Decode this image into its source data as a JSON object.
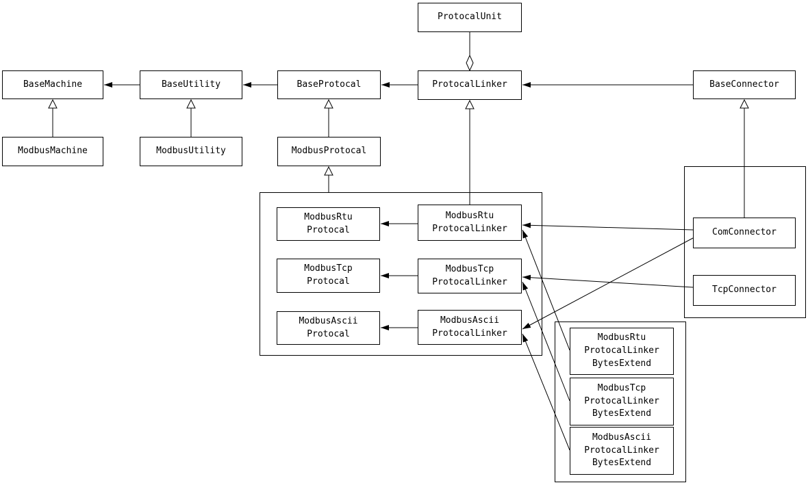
{
  "diagram": {
    "nodes": {
      "protocal_unit": {
        "label": "ProtocalUnit"
      },
      "base_machine": {
        "label": "BaseMachine"
      },
      "base_utility": {
        "label": "BaseUtility"
      },
      "base_protocal": {
        "label": "BaseProtocal"
      },
      "protocal_linker": {
        "label": "ProtocalLinker"
      },
      "base_connector": {
        "label": "BaseConnector"
      },
      "modbus_machine": {
        "label": "ModbusMachine"
      },
      "modbus_utility": {
        "label": "ModbusUtility"
      },
      "modbus_protocal": {
        "label": "ModbusProtocal"
      },
      "modbus_rtu_protocal": {
        "label": "ModbusRtu\nProtocal"
      },
      "modbus_tcp_protocal": {
        "label": "ModbusTcp\nProtocal"
      },
      "modbus_ascii_protocal": {
        "label": "ModbusAscii\nProtocal"
      },
      "modbus_rtu_protocal_linker": {
        "label": "ModbusRtu\nProtocalLinker"
      },
      "modbus_tcp_protocal_linker": {
        "label": "ModbusTcp\nProtocalLinker"
      },
      "modbus_ascii_protocal_linker": {
        "label": "ModbusAscii\nProtocalLinker"
      },
      "com_connector": {
        "label": "ComConnector"
      },
      "tcp_connector": {
        "label": "TcpConnector"
      },
      "modbus_rtu_protocal_linker_bytes_extend": {
        "label": "ModbusRtu\nProtocalLinker\nBytesExtend"
      },
      "modbus_tcp_protocal_linker_bytes_extend": {
        "label": "ModbusTcp\nProtocalLinker\nBytesExtend"
      },
      "modbus_ascii_protocal_linker_bytes_extend": {
        "label": "ModbusAscii\nProtocalLinker\nBytesExtend"
      }
    },
    "edges": [
      {
        "from": "ProtocalUnit",
        "to": "ProtocalLinker",
        "type": "aggregation"
      },
      {
        "from": "BaseUtility",
        "to": "BaseMachine",
        "type": "arrow"
      },
      {
        "from": "BaseProtocal",
        "to": "BaseUtility",
        "type": "arrow"
      },
      {
        "from": "ProtocalLinker",
        "to": "BaseProtocal",
        "type": "arrow"
      },
      {
        "from": "BaseConnector",
        "to": "ProtocalLinker",
        "type": "arrow"
      },
      {
        "from": "ModbusMachine",
        "to": "BaseMachine",
        "type": "inheritance"
      },
      {
        "from": "ModbusUtility",
        "to": "BaseUtility",
        "type": "inheritance"
      },
      {
        "from": "ModbusProtocal",
        "to": "BaseProtocal",
        "type": "inheritance"
      },
      {
        "from": "ModbusProtocalGroup",
        "to": "ModbusProtocal",
        "type": "inheritance"
      },
      {
        "from": "ModbusRtuProtocalLinker",
        "to": "ProtocalLinker",
        "type": "inheritance"
      },
      {
        "from": "ComConnector",
        "to": "BaseConnector",
        "type": "inheritance"
      },
      {
        "from": "ModbusRtuProtocalLinker",
        "to": "ModbusRtuProtocal",
        "type": "arrow"
      },
      {
        "from": "ModbusTcpProtocalLinker",
        "to": "ModbusTcpProtocal",
        "type": "arrow"
      },
      {
        "from": "ModbusAsciiProtocalLinker",
        "to": "ModbusAsciiProtocal",
        "type": "arrow"
      },
      {
        "from": "ComConnector",
        "to": "ModbusRtuProtocalLinker",
        "type": "arrow"
      },
      {
        "from": "ComConnector",
        "to": "ModbusAsciiProtocalLinker",
        "type": "arrow"
      },
      {
        "from": "TcpConnector",
        "to": "ModbusTcpProtocalLinker",
        "type": "arrow"
      },
      {
        "from": "ModbusRtuProtocalLinkerBytesExtend",
        "to": "ModbusRtuProtocalLinker",
        "type": "arrow"
      },
      {
        "from": "ModbusTcpProtocalLinkerBytesExtend",
        "to": "ModbusTcpProtocalLinker",
        "type": "arrow"
      },
      {
        "from": "ModbusAsciiProtocalLinkerBytesExtend",
        "to": "ModbusAsciiProtocalLinker",
        "type": "arrow"
      }
    ]
  }
}
